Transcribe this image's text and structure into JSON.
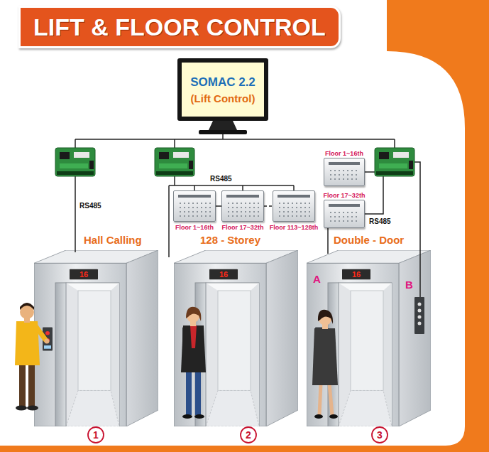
{
  "diagram": {
    "title": "LIFT & FLOOR CONTROL",
    "nodes": [
      {
        "text": [
          "SOMAC 2.2",
          "(Lift Control)"
        ]
      },
      {
        "text": [
          "Floor 1~16th"
        ]
      },
      {
        "text": [
          "Floor 17~32th"
        ]
      },
      {
        "text": [
          "Floor 113~128th"
        ]
      },
      {
        "text": [
          "Floor 1~16th"
        ]
      },
      {
        "text": [
          "Floor 17~32th"
        ]
      }
    ],
    "edges": [
      {
        "from": 1,
        "to": 2,
        "arrow": "none"
      },
      {
        "from": 2,
        "to": 3,
        "arrow": "none"
      }
    ],
    "labels": [
      "RS485",
      "RS485",
      "RS485",
      "Hall Calling",
      "128 - Storey",
      "Double - Door",
      "A",
      "B",
      "16",
      "16",
      "16",
      "1",
      "2",
      "3"
    ]
  }
}
